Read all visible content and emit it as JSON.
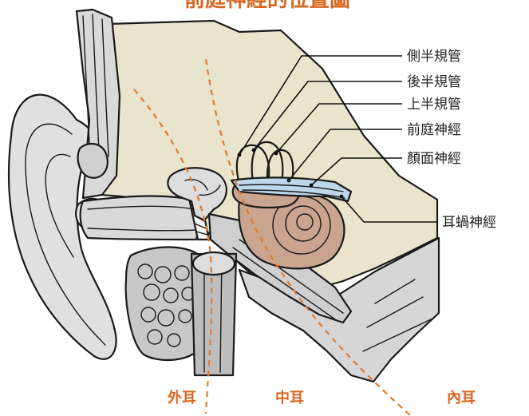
{
  "title": "前庭神經的位置圖",
  "labels": {
    "lateral_canal": "側半規管",
    "posterior_canal": "後半規管",
    "superior_canal": "上半規管",
    "vestibular_nerve": "前庭神經",
    "facial_nerve": "顏面神經",
    "cochlear_nerve": "耳蝸神經"
  },
  "regions": {
    "outer_ear": "外耳",
    "middle_ear": "中耳",
    "inner_ear": "內耳"
  },
  "colors": {
    "divider": "#e07a2c",
    "region_text": "#d9661f",
    "bone": "#e8e5cc",
    "tissue": "#dcdcdc",
    "labyrinth": "#c9a48f",
    "nerve": "#bcd8ea"
  }
}
